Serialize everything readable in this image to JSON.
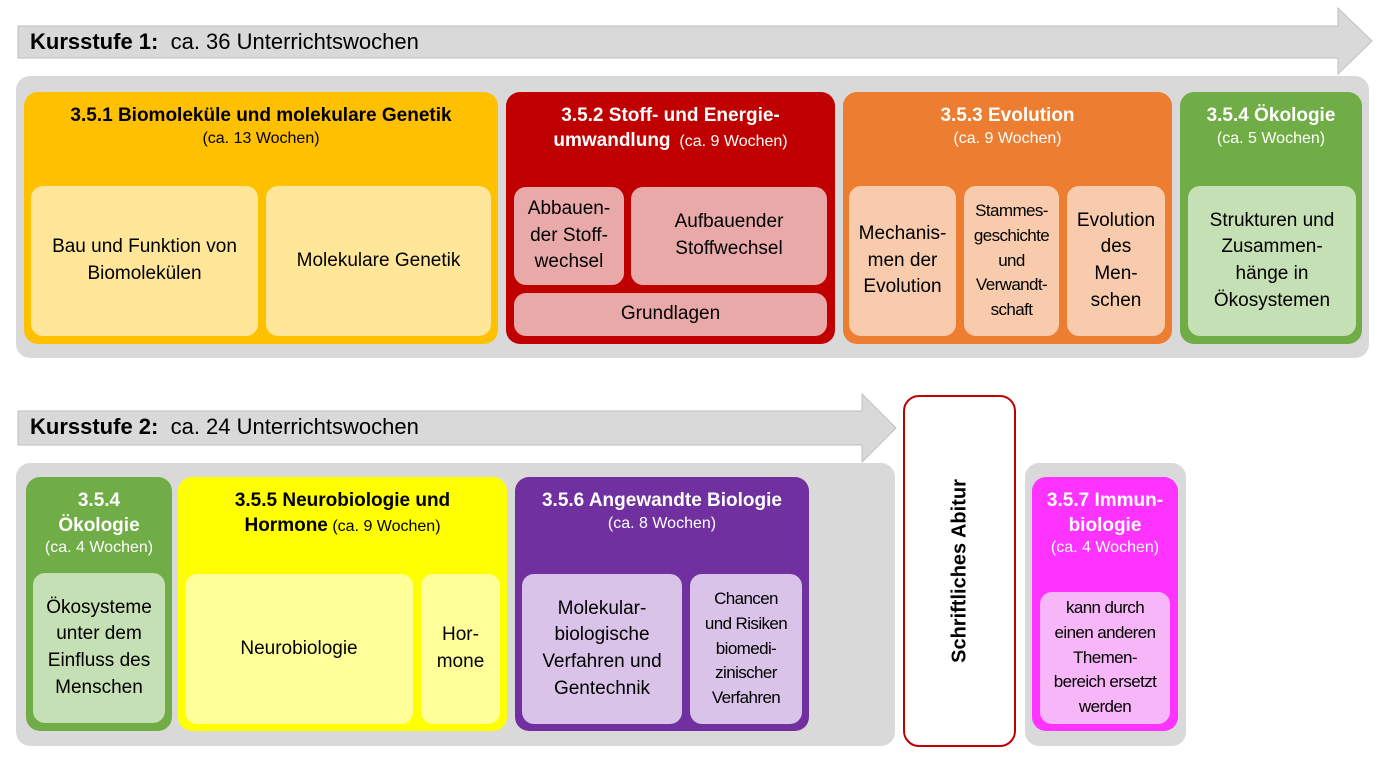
{
  "stage1": {
    "label_bold": "Kursstufe 1:",
    "label_rest": "ca. 36 Unterrichtswochen",
    "modules": [
      {
        "title": "3.5.1 Biomoleküle und molekulare Genetik",
        "duration": "(ca. 13 Wochen)",
        "color": "#ffc000",
        "items": [
          "Bau und Funktion von\nBiomolekülen",
          "Molekulare Genetik"
        ]
      },
      {
        "title_line1": "3.5.2 Stoff- und Energie-",
        "title_line2": "umwandlung",
        "duration": "(ca. 9 Wochen)",
        "color": "#c00000",
        "items": [
          "Abbauen-\nder Stoff-\nwechsel",
          "Aufbauender\nStoffwechsel",
          "Grundlagen"
        ]
      },
      {
        "title": "3.5.3 Evolution",
        "duration": "(ca. 9 Wochen)",
        "color": "#ed7d31",
        "items": [
          "Mechanis-\nmen der\nEvolution",
          "Stammes-\ngeschichte\nund\nVerwandt-\nschaft",
          "Evolution\ndes\nMen-\nschen"
        ]
      },
      {
        "title": "3.5.4 Ökologie",
        "duration": "(ca. 5 Wochen)",
        "color": "#70ad47",
        "items": [
          "Strukturen und\nZusammen-\nhänge in\nÖkosystemen"
        ]
      }
    ]
  },
  "stage2": {
    "label_bold": "Kursstufe 2:",
    "label_rest": "ca. 24 Unterrichtswochen",
    "modules": [
      {
        "title_line1": "3.5.4",
        "title_line2": "Ökologie",
        "duration": "(ca. 4 Wochen)",
        "color": "#70ad47",
        "items": [
          "Ökosysteme\nunter dem\nEinfluss des\nMenschen"
        ]
      },
      {
        "title_line1": "3.5.5 Neurobiologie und",
        "title_line2": "Hormone",
        "duration": "(ca. 9 Wochen)",
        "color": "#ffff00",
        "items": [
          "Neurobiologie",
          "Hor-\nmone"
        ]
      },
      {
        "title": "3.5.6 Angewandte Biologie",
        "duration": "(ca. 8 Wochen)",
        "color": "#7030a0",
        "items": [
          "Molekular-\nbiologische\nVerfahren und\nGentechnik",
          "Chancen\nund Risiken\nbiomedi-\nzinischer\nVerfahren"
        ]
      }
    ]
  },
  "abitur": {
    "label": "Schriftliches Abitur",
    "border_color": "#c00000"
  },
  "immun": {
    "title_line1": "3.5.7 Immun-",
    "title_line2": "biologie",
    "duration": "(ca. 4 Wochen)",
    "color": "#ff33ff",
    "note": "kann durch\neinen anderen\nThemen-\nbereich ersetzt\nwerden"
  }
}
